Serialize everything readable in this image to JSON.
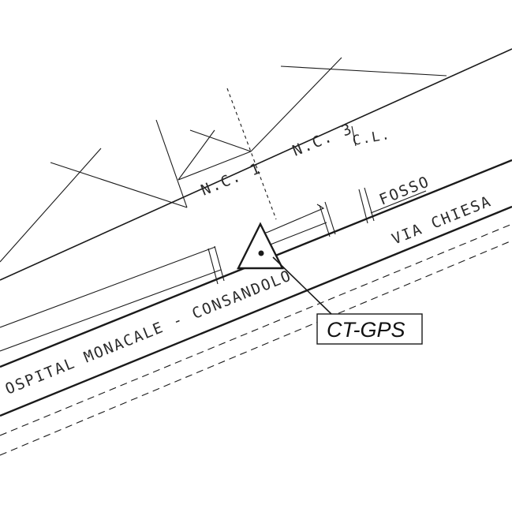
{
  "labels": {
    "parcel_1": "N.C. 1",
    "parcel_3": "N.C. 3",
    "centerline": "C.L.",
    "ditch": "FOSSO",
    "street_north": "VIA CHIESA",
    "street_main": "OSPITAL MONACALE - CONSANDOLO",
    "gps_point": "CT-GPS"
  },
  "colors": {
    "line": "#1a1a1a",
    "text": "#2a2a2a"
  },
  "icons": {
    "gps_marker": "triangle-with-dot"
  }
}
